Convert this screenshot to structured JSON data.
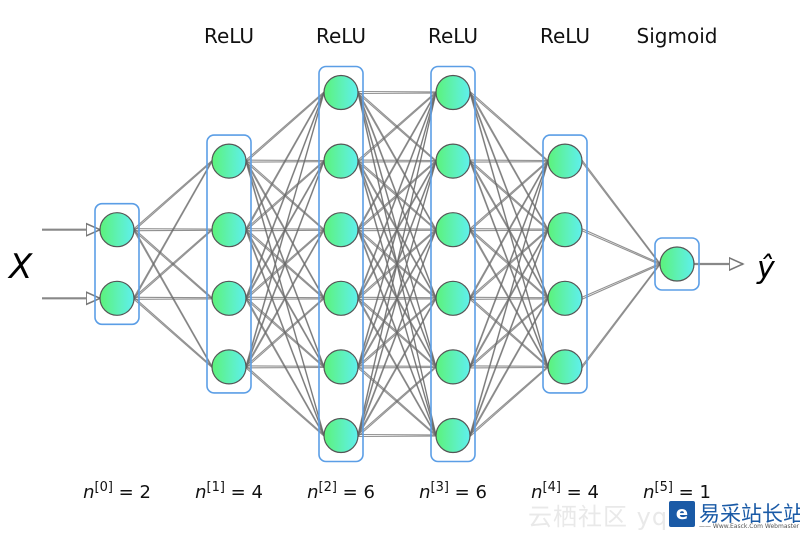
{
  "diagram": {
    "title": "Deep neural network architecture",
    "input_label": "X",
    "output_label": "ŷ",
    "layers": [
      {
        "index": 0,
        "units": 2,
        "activation": "",
        "count_label": {
          "n": "n",
          "sup": "[0]",
          "eq": " = 2"
        }
      },
      {
        "index": 1,
        "units": 4,
        "activation": "ReLU",
        "count_label": {
          "n": "n",
          "sup": "[1]",
          "eq": " = 4"
        }
      },
      {
        "index": 2,
        "units": 6,
        "activation": "ReLU",
        "count_label": {
          "n": "n",
          "sup": "[2]",
          "eq": " = 6"
        }
      },
      {
        "index": 3,
        "units": 6,
        "activation": "ReLU",
        "count_label": {
          "n": "n",
          "sup": "[3]",
          "eq": " = 6"
        }
      },
      {
        "index": 4,
        "units": 4,
        "activation": "ReLU",
        "count_label": {
          "n": "n",
          "sup": "[4]",
          "eq": " = 4"
        }
      },
      {
        "index": 5,
        "units": 1,
        "activation": "Sigmoid",
        "count_label": {
          "n": "n",
          "sup": "[5]",
          "eq": " = 1"
        }
      }
    ],
    "connectivity": "fully-connected",
    "colors": {
      "node_gradient_start": "#5cf27a",
      "node_gradient_end": "#5ff0ee",
      "layer_box": "#5b9ee6",
      "edge": "#6b6b6b"
    }
  },
  "watermark": {
    "faint_text": "云栖社区 yq",
    "logo_glyph": "e",
    "brand": "易采站长站",
    "brand_sub": "—— Www.Easck.Com  Webmaster"
  }
}
